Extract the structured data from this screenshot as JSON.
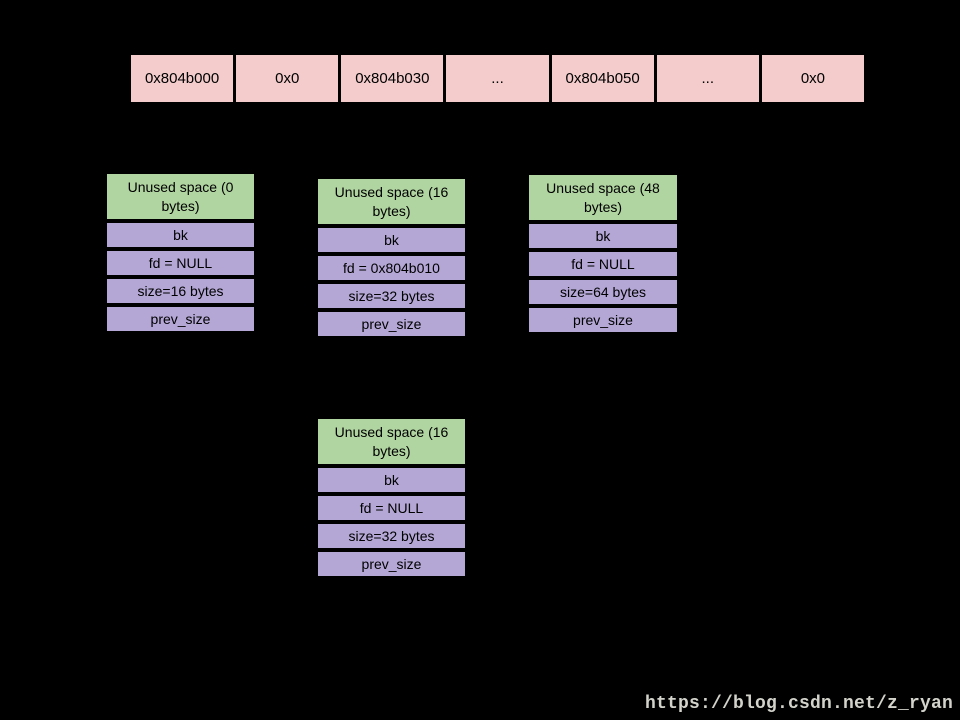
{
  "memory_row": {
    "cells": [
      "0x804b000",
      "0x0",
      "0x804b030",
      "...",
      "0x804b050",
      "...",
      "0x0"
    ]
  },
  "chunks": [
    {
      "header": "Unused space (0 bytes)",
      "rows": [
        "bk",
        "fd = NULL",
        "size=16 bytes",
        "prev_size"
      ]
    },
    {
      "header": "Unused space (16 bytes)",
      "rows": [
        "bk",
        "fd = 0x804b010",
        "size=32 bytes",
        "prev_size"
      ]
    },
    {
      "header": "Unused space (48 bytes)",
      "rows": [
        "bk",
        "fd = NULL",
        "size=64 bytes",
        "prev_size"
      ]
    },
    {
      "header": "Unused space (16 bytes)",
      "rows": [
        "bk",
        "fd = NULL",
        "size=32 bytes",
        "prev_size"
      ]
    }
  ],
  "watermark": "https://blog.csdn.net/z_ryan",
  "colors": {
    "background": "#000000",
    "cell_pink": "#f4cccc",
    "header_green": "#b1d5a1",
    "row_purple": "#b4a7d6",
    "border": "#000000",
    "watermark_gray": "#d3d3cb"
  }
}
